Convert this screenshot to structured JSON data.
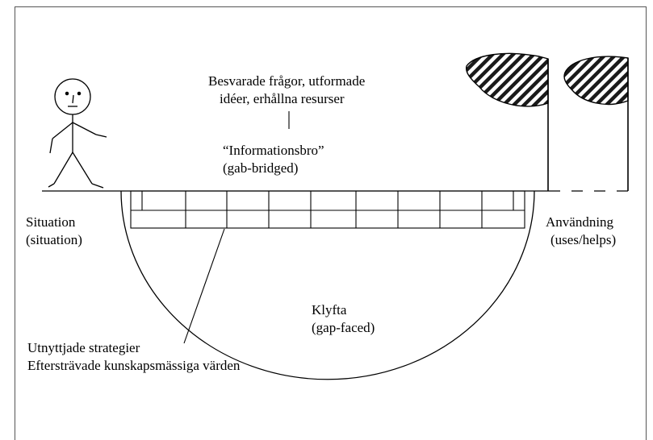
{
  "diagram": {
    "top_note_line1": "Besvarade frågor, utformade",
    "top_note_line2": "idéer, erhållna resurser",
    "bridge_label_line1": "“Informationsbro”",
    "bridge_label_line2": "(gab-bridged)",
    "situation_label_line1": "Situation",
    "situation_label_line2": "(situation)",
    "use_label_line1": "Användning",
    "use_label_line2": "(uses/helps)",
    "gap_label_line1": "Klyfta",
    "gap_label_line2": "(gap-faced)",
    "strategy_label_line1": "Utnyttjade strategier",
    "strategy_label_line2": "Eftersträvade kunskapsmässiga värden"
  },
  "colors": {
    "line": "#000000",
    "frame": "#555555",
    "hatch": "#1a1a1a"
  },
  "icons": [
    "stick-figure-icon",
    "windsock-icon"
  ]
}
